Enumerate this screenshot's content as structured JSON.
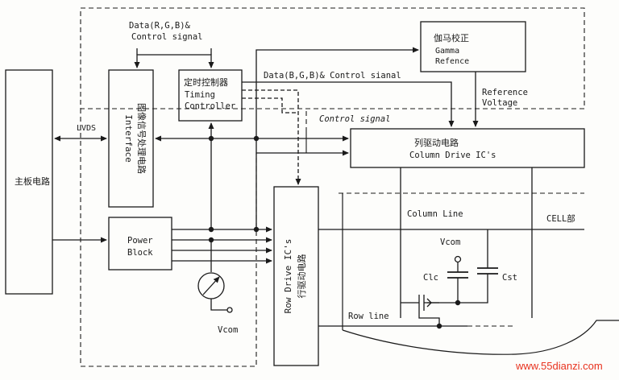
{
  "colors": {
    "ink": "#1a1a1a",
    "paper": "#fdfdfb",
    "watermark": "#e8321e"
  },
  "blocks": {
    "mainboard": "主板电路",
    "interface_en": "Interface",
    "interface_cn": "图像信号处理电路",
    "timing_cn": "定时控制器",
    "timing_en1": "Timing",
    "timing_en2": "Controller",
    "gamma_cn": "伽马校正",
    "gamma_en1": "Gamma",
    "gamma_en2": "Refence",
    "power1": "Power",
    "power2": "Block",
    "column_cn": "列驱动电路",
    "column_en": "Column Drive IC's",
    "row_en": "Row Drive IC's",
    "row_cn": "行驱动电路"
  },
  "labels": {
    "data_rgb": "Data(R,G,B)&",
    "control_signal_top": "Control signal",
    "data_bgb": "Data(B,G,B)& Control sianal",
    "reference1": "Reference",
    "reference2": "Voltage",
    "control_signal_mid": "Control signal",
    "lvds": "LVDS",
    "column_line": "Column Line",
    "cell": "CELL部",
    "vcom_cell": "Vcom",
    "clc": "Clc",
    "cst": "Cst",
    "row_line": "Row line",
    "vcom_meter": "Vcom"
  },
  "watermark": "www.55dianzi.com"
}
